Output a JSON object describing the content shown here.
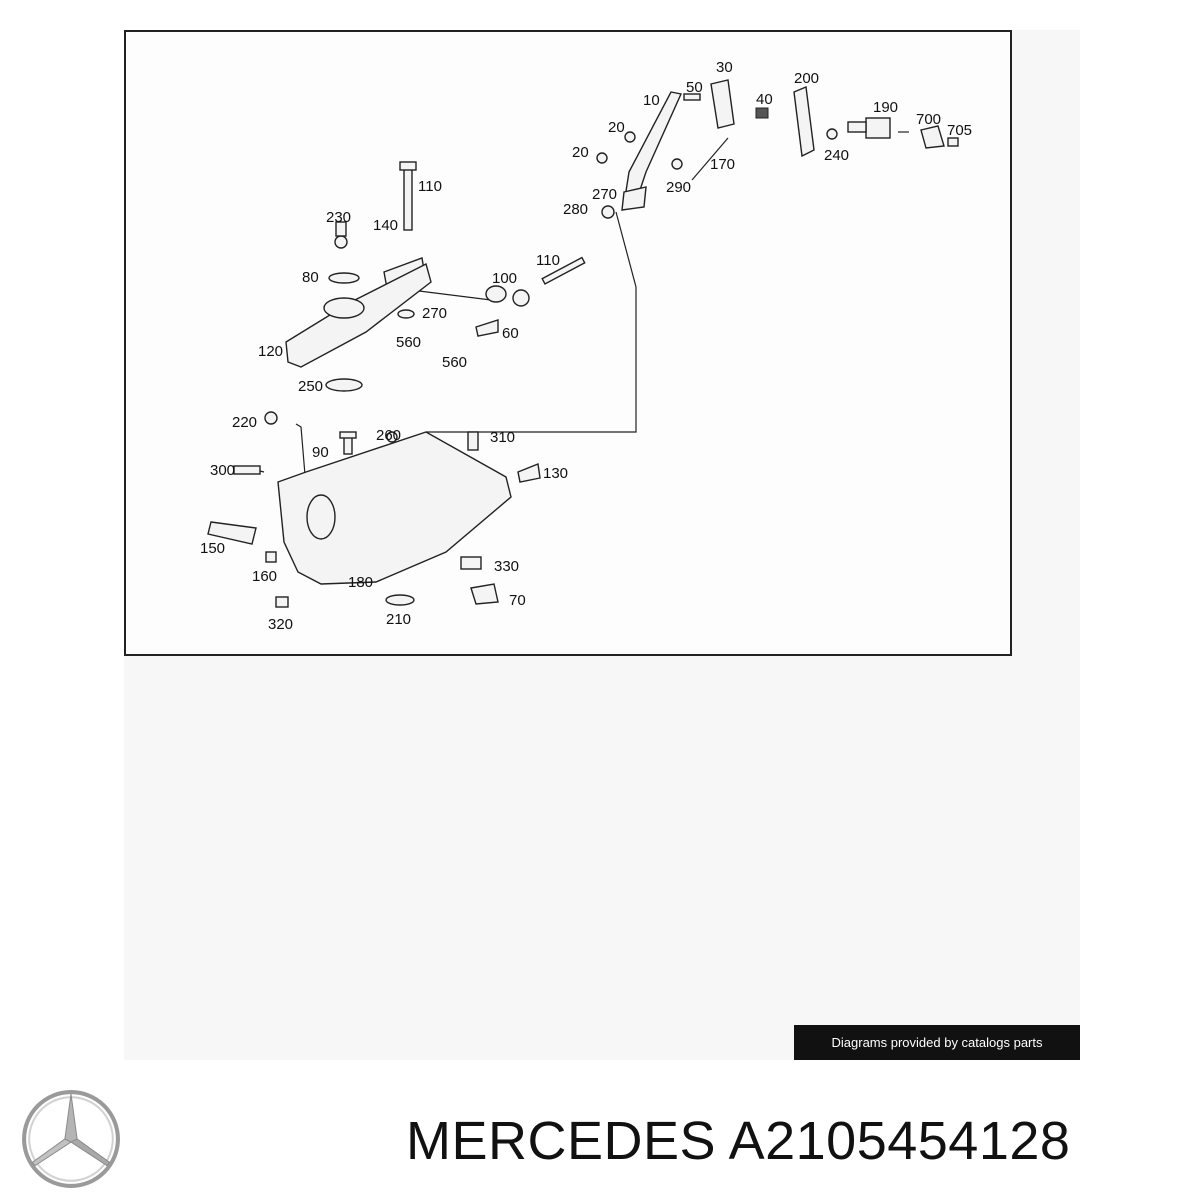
{
  "diagram": {
    "credit": "Diagrams provided by catalogs parts",
    "callouts": [
      "10",
      "20",
      "20",
      "30",
      "40",
      "50",
      "60",
      "70",
      "80",
      "90",
      "100",
      "110",
      "110",
      "120",
      "130",
      "140",
      "150",
      "160",
      "170",
      "180",
      "190",
      "200",
      "210",
      "220",
      "230",
      "240",
      "250",
      "260",
      "270",
      "270",
      "280",
      "290",
      "300",
      "310",
      "320",
      "330",
      "560",
      "560",
      "700",
      "705"
    ]
  },
  "footer": {
    "brand": "MERCEDES",
    "part_number": "A2105454128"
  },
  "icons": {
    "logo": "mercedes-star-icon"
  }
}
